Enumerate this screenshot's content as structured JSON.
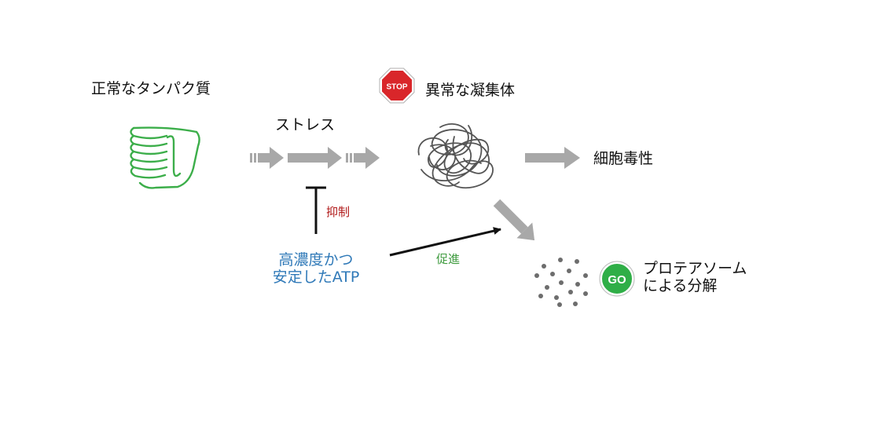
{
  "labels": {
    "normal_protein": "正常なタンパク質",
    "stress": "ストレス",
    "abnormal_aggregate": "異常な凝集体",
    "cytotoxicity": "細胞毒性",
    "atp_line1": "高濃度かつ",
    "atp_line2": "安定したATP",
    "inhibit": "抑制",
    "promote": "促進",
    "proteasome_line1": "プロテアソーム",
    "proteasome_line2": "による分解"
  },
  "badges": {
    "stop": "STOP",
    "go": "GO"
  },
  "colors": {
    "protein_green": "#3cae4a",
    "arrow_gray": "#a8a8a8",
    "tangle_gray": "#555555",
    "dot_gray": "#6d6d6d",
    "stop_red": "#d9262a",
    "go_green": "#2fae47",
    "atp_blue": "#2f79b8",
    "inhibit_red": "#b01818",
    "promote_green": "#3f9b3f"
  }
}
